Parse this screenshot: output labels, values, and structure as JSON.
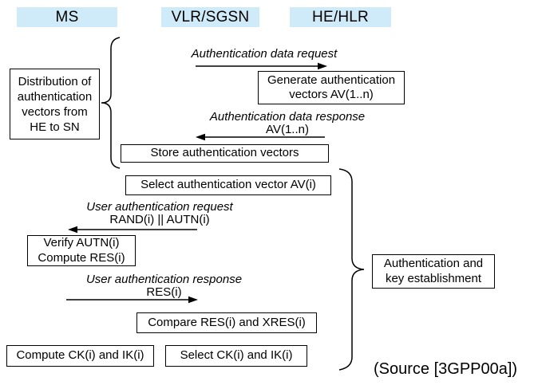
{
  "actors": {
    "ms": "MS",
    "vlr_sgsn": "VLR/SGSN",
    "he_hlr": "HE/HLR"
  },
  "messages": {
    "auth_data_request": {
      "label": "Authentication data request",
      "params": ""
    },
    "auth_data_response": {
      "label": "Authentication data response",
      "params": "AV(1..n)"
    },
    "user_auth_request": {
      "label": "User authentication request",
      "params": "RAND(i) || AUTN(i)"
    },
    "user_auth_response": {
      "label": "User authentication response",
      "params": "RES(i)"
    }
  },
  "boxes": {
    "distribution": "Distribution of\nauthentication\nvectors from\nHE to SN",
    "generate": "Generate authentication\nvectors AV(1..n)",
    "store": "Store authentication vectors",
    "select_av": "Select authentication vector AV(i)",
    "verify": "Verify AUTN(i)\nCompute RES(i)",
    "compare": "Compare RES(i) and XRES(i)",
    "compute_ck": "Compute CK(i) and IK(i)",
    "select_ck": "Select CK(i) and IK(i)",
    "auth_key_establishment": "Authentication and\nkey establishment"
  },
  "source": "(Source [3GPP00a])",
  "colors": {
    "actor_bg": "#cfeaf8",
    "stroke": "#000000",
    "background": "#ffffff",
    "text": "#000000"
  }
}
